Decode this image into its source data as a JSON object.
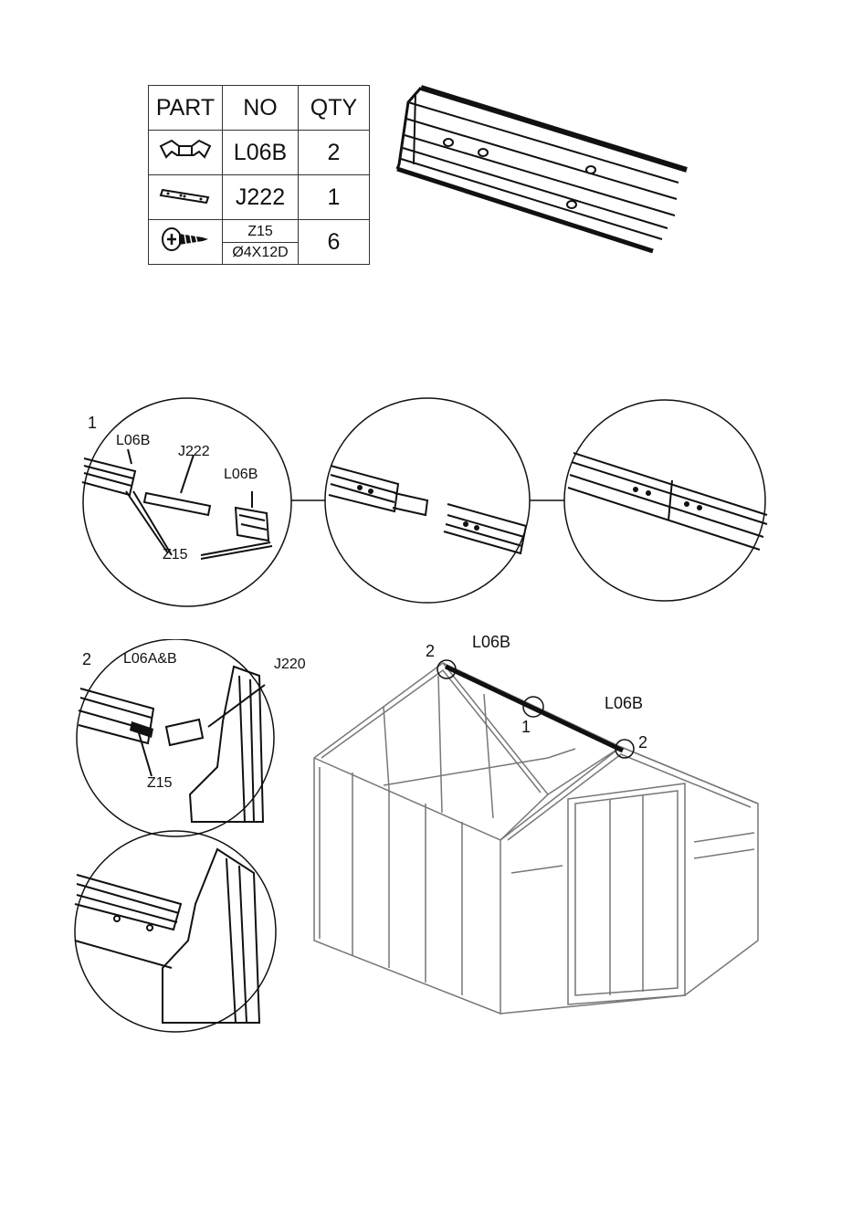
{
  "parts_table": {
    "headers": [
      "PART",
      "NO",
      "QTY"
    ],
    "rows": [
      {
        "part_icon": "corner-bracket-icon",
        "no": "L06B",
        "qty": "2"
      },
      {
        "part_icon": "connector-bar-icon",
        "no": "J222",
        "qty": "1"
      },
      {
        "part_icon": "screw-icon",
        "no_line1": "Z15",
        "no_line2": "Ø4X12D",
        "qty": "6"
      }
    ]
  },
  "step1": {
    "number": "1",
    "labels": {
      "l06b_left": "L06B",
      "j222": "J222",
      "l06b_right": "L06B",
      "z15": "Z15"
    }
  },
  "step2": {
    "number": "2",
    "labels": {
      "l06ab": "L06A&B",
      "j220": "J220",
      "z15": "Z15"
    }
  },
  "greenhouse": {
    "labels": {
      "top_left_num": "2",
      "top_l06b": "L06B",
      "mid_l06b": "L06B",
      "mid_num": "1",
      "right_num": "2"
    }
  }
}
